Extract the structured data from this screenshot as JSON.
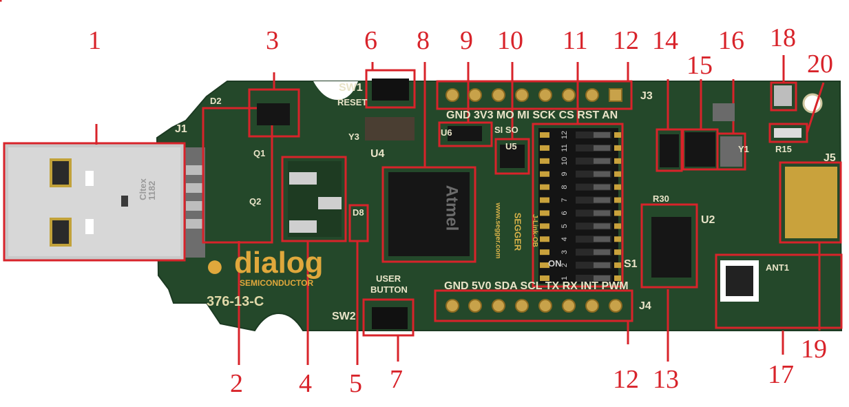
{
  "callouts": [
    "1",
    "2",
    "3",
    "4",
    "5",
    "6",
    "7",
    "8",
    "9",
    "10",
    "11",
    "12",
    "12",
    "13",
    "14",
    "15",
    "16",
    "17",
    "18",
    "19",
    "20"
  ],
  "callout_color": "#d8232a",
  "board_color": "#24482a",
  "silkscreen": {
    "J1": "J1",
    "D2": "D2",
    "Q1": "Q1",
    "Q2": "Q2",
    "SW1": "SW1",
    "RESET": "RESET",
    "Y3": "Y3",
    "U4": "U4",
    "U6": "U6",
    "U5": "U5",
    "J3": "J3",
    "J4": "J4",
    "SW2": "SW2",
    "USER": "USER",
    "BUTTON": "BUTTON",
    "D8": "D8",
    "U2": "U2",
    "S1": "S1",
    "Y1": "Y1",
    "J5": "J5",
    "R15": "R15",
    "R30": "R30",
    "ANT1": "ANT1",
    "J3_header": "GND 3V3 MO MI SCK CS RST AN",
    "J4_header": "GND 5V0 SDA SCL TX RX INT PWM",
    "header_extra": "SI SO",
    "board_id": "376-13-C",
    "usb_text": "Cltex\n1182",
    "atmel": "Atmel",
    "segger": "SEGGER",
    "jlink": "J-Link-OB",
    "segger_url": "www.segger.com"
  },
  "logo": {
    "brand": "dialog",
    "sub": "SEMICONDUCTOR"
  },
  "dip_switch": {
    "on_label": "ON",
    "positions": [
      "1",
      "2",
      "3",
      "4",
      "5",
      "6",
      "7",
      "8",
      "9",
      "10",
      "11",
      "12"
    ]
  }
}
